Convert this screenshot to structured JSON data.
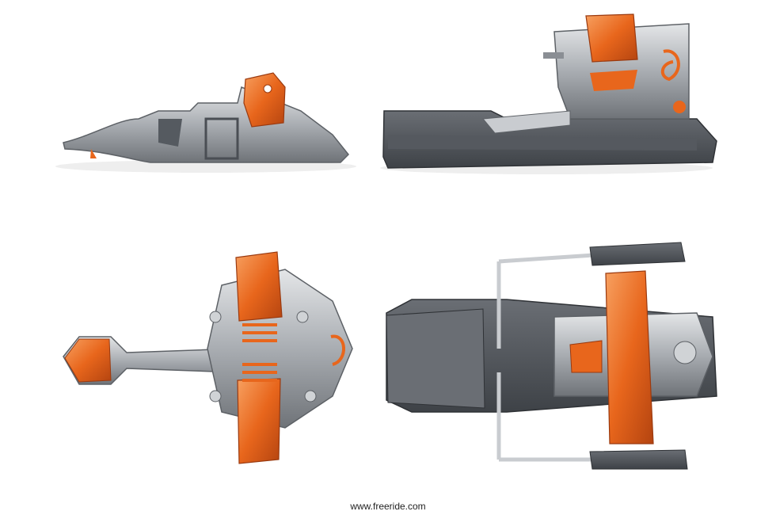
{
  "image": {
    "subject": "ski touring binding components",
    "views": [
      "toe-side",
      "heel-side",
      "toe-top",
      "heel-top"
    ],
    "colors": {
      "accent": "#e8661c",
      "metal": "#b8bcc0",
      "dark": "#4a4e54",
      "background": "#ffffff"
    }
  },
  "watermark": {
    "text": "www.freeride.com"
  }
}
